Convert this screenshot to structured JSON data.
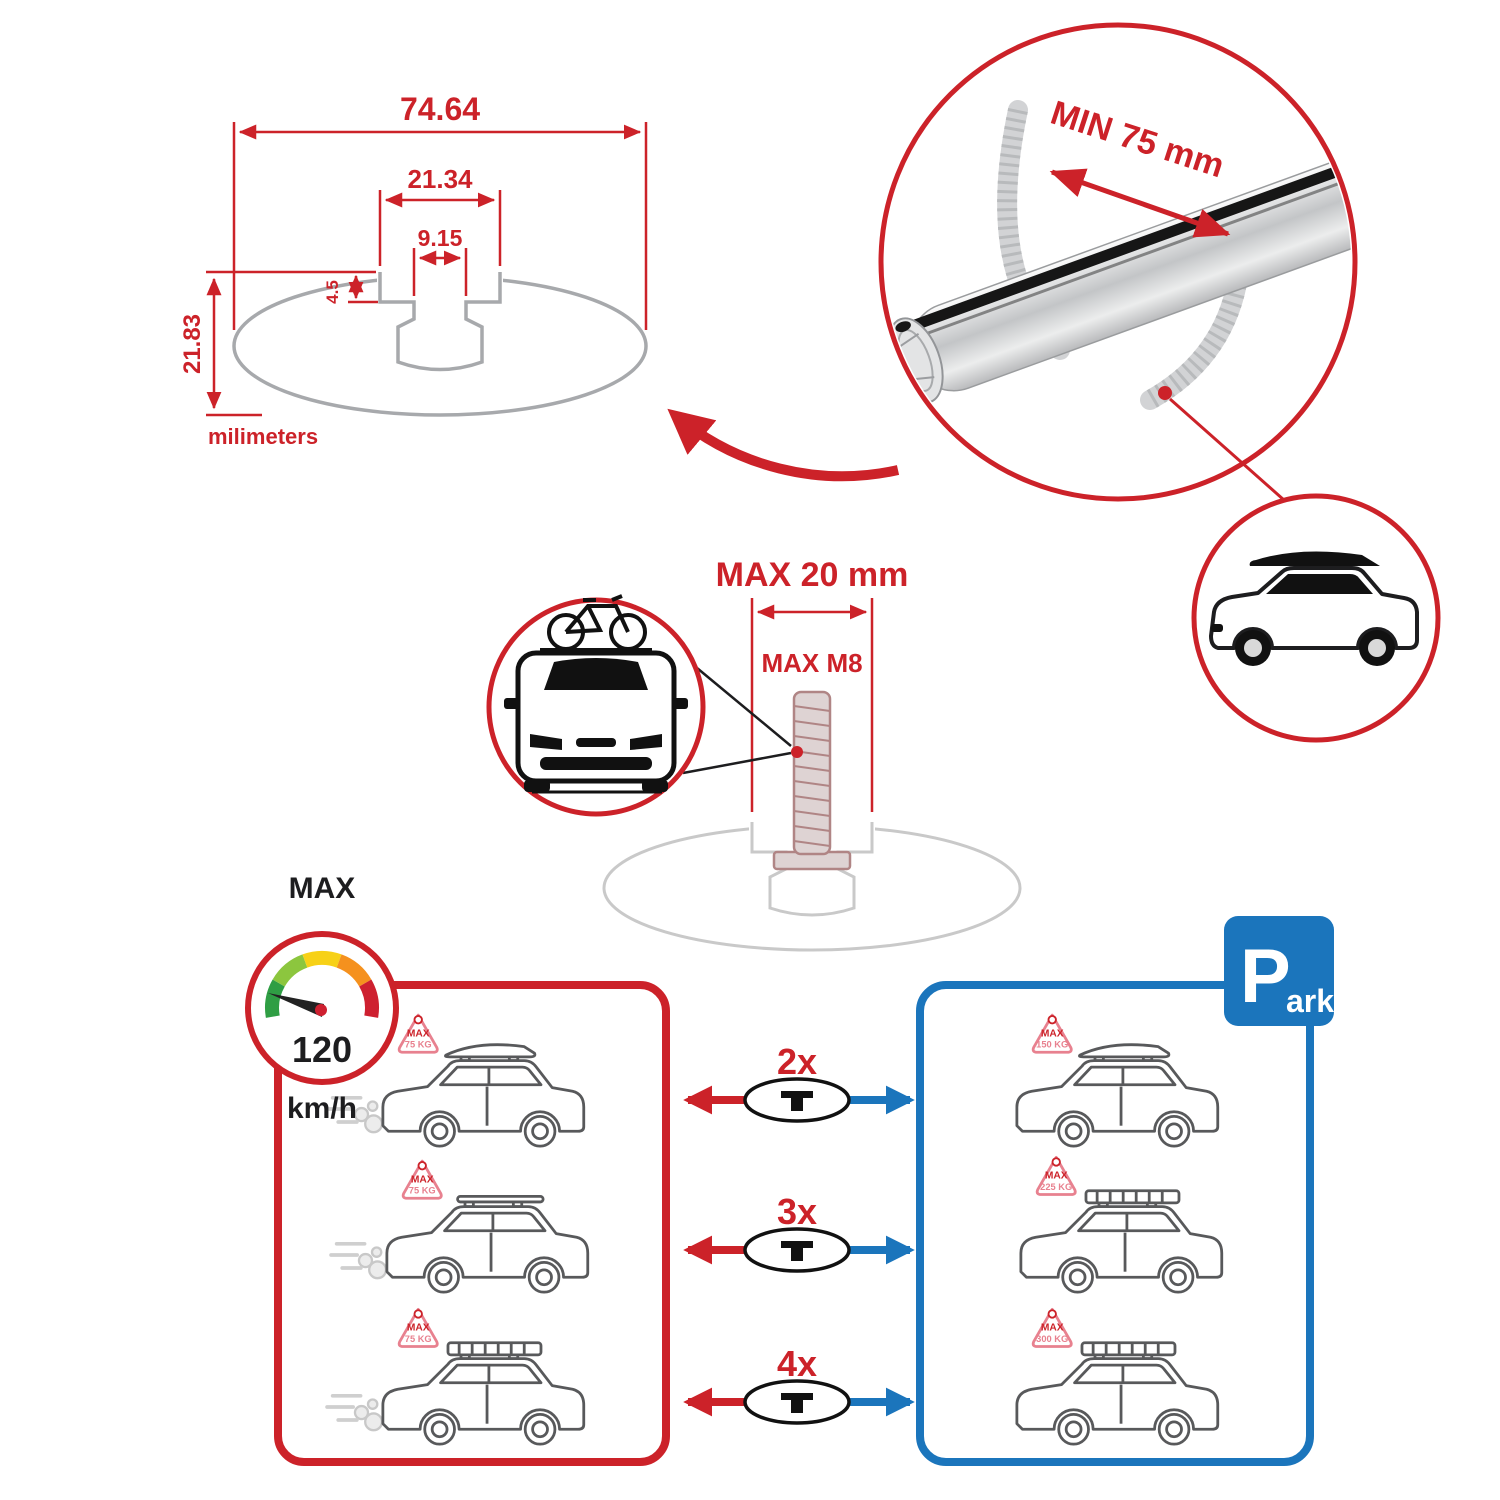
{
  "cross_section": {
    "total_width": "74.64",
    "slot_outer_width": "21.34",
    "slot_inner_width": "9.15",
    "lip_depth": "4.5",
    "total_height": "21.83",
    "units_label": "milimeters"
  },
  "bar_closeup": {
    "min_span_label": "MIN 75 mm"
  },
  "bolt_spec": {
    "max_diameter_label": "MAX 20 mm",
    "max_thread_label": "MAX M8"
  },
  "speed_limit": {
    "title": "MAX",
    "value": "120",
    "unit": "km/h"
  },
  "park_sign": {
    "letter": "P",
    "suffix": "ark"
  },
  "crossbar_counts": [
    {
      "label": "2x"
    },
    {
      "label": "3x"
    },
    {
      "label": "4x"
    }
  ],
  "driving_cars": [
    {
      "badge_title": "MAX",
      "badge_load": "75 KG"
    },
    {
      "badge_title": "MAX",
      "badge_load": "75 KG"
    },
    {
      "badge_title": "MAX",
      "badge_load": "75 KG"
    }
  ],
  "parked_cars": [
    {
      "badge_title": "MAX",
      "badge_load": "150 KG"
    },
    {
      "badge_title": "MAX",
      "badge_load": "225 KG"
    },
    {
      "badge_title": "MAX",
      "badge_load": "300 KG"
    }
  ],
  "colors": {
    "red": "#cc2229",
    "blue": "#1b75bc",
    "pink": "#e8818f",
    "gray": "#a7a9ac"
  }
}
